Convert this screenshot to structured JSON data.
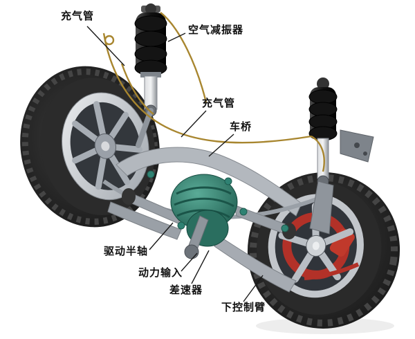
{
  "figure": {
    "kind": "technical-cutaway-illustration",
    "subject_parts_labeled": 8
  },
  "labels": [
    {
      "id": "inflation-pipe-top",
      "text": "充气管"
    },
    {
      "id": "air-shock-absorber",
      "text": "空气减振器"
    },
    {
      "id": "inflation-pipe-mid",
      "text": "充气管"
    },
    {
      "id": "axle",
      "text": "车桥"
    },
    {
      "id": "drive-half-shaft",
      "text": "驱动半轴"
    },
    {
      "id": "power-input",
      "text": "动力输入"
    },
    {
      "id": "differential",
      "text": "差速器"
    },
    {
      "id": "lower-control-arm",
      "text": "下控制臂"
    }
  ],
  "palette": {
    "background": "#ffffff",
    "tire_black": "#1c1c1c",
    "rim_silver": "#c2c6cb",
    "steel_gray": "#9aa0a7",
    "differential_teal": "#2f8273",
    "brake_red": "#b23128",
    "air_line_gold": "#a8862f",
    "label_text": "#111111"
  }
}
